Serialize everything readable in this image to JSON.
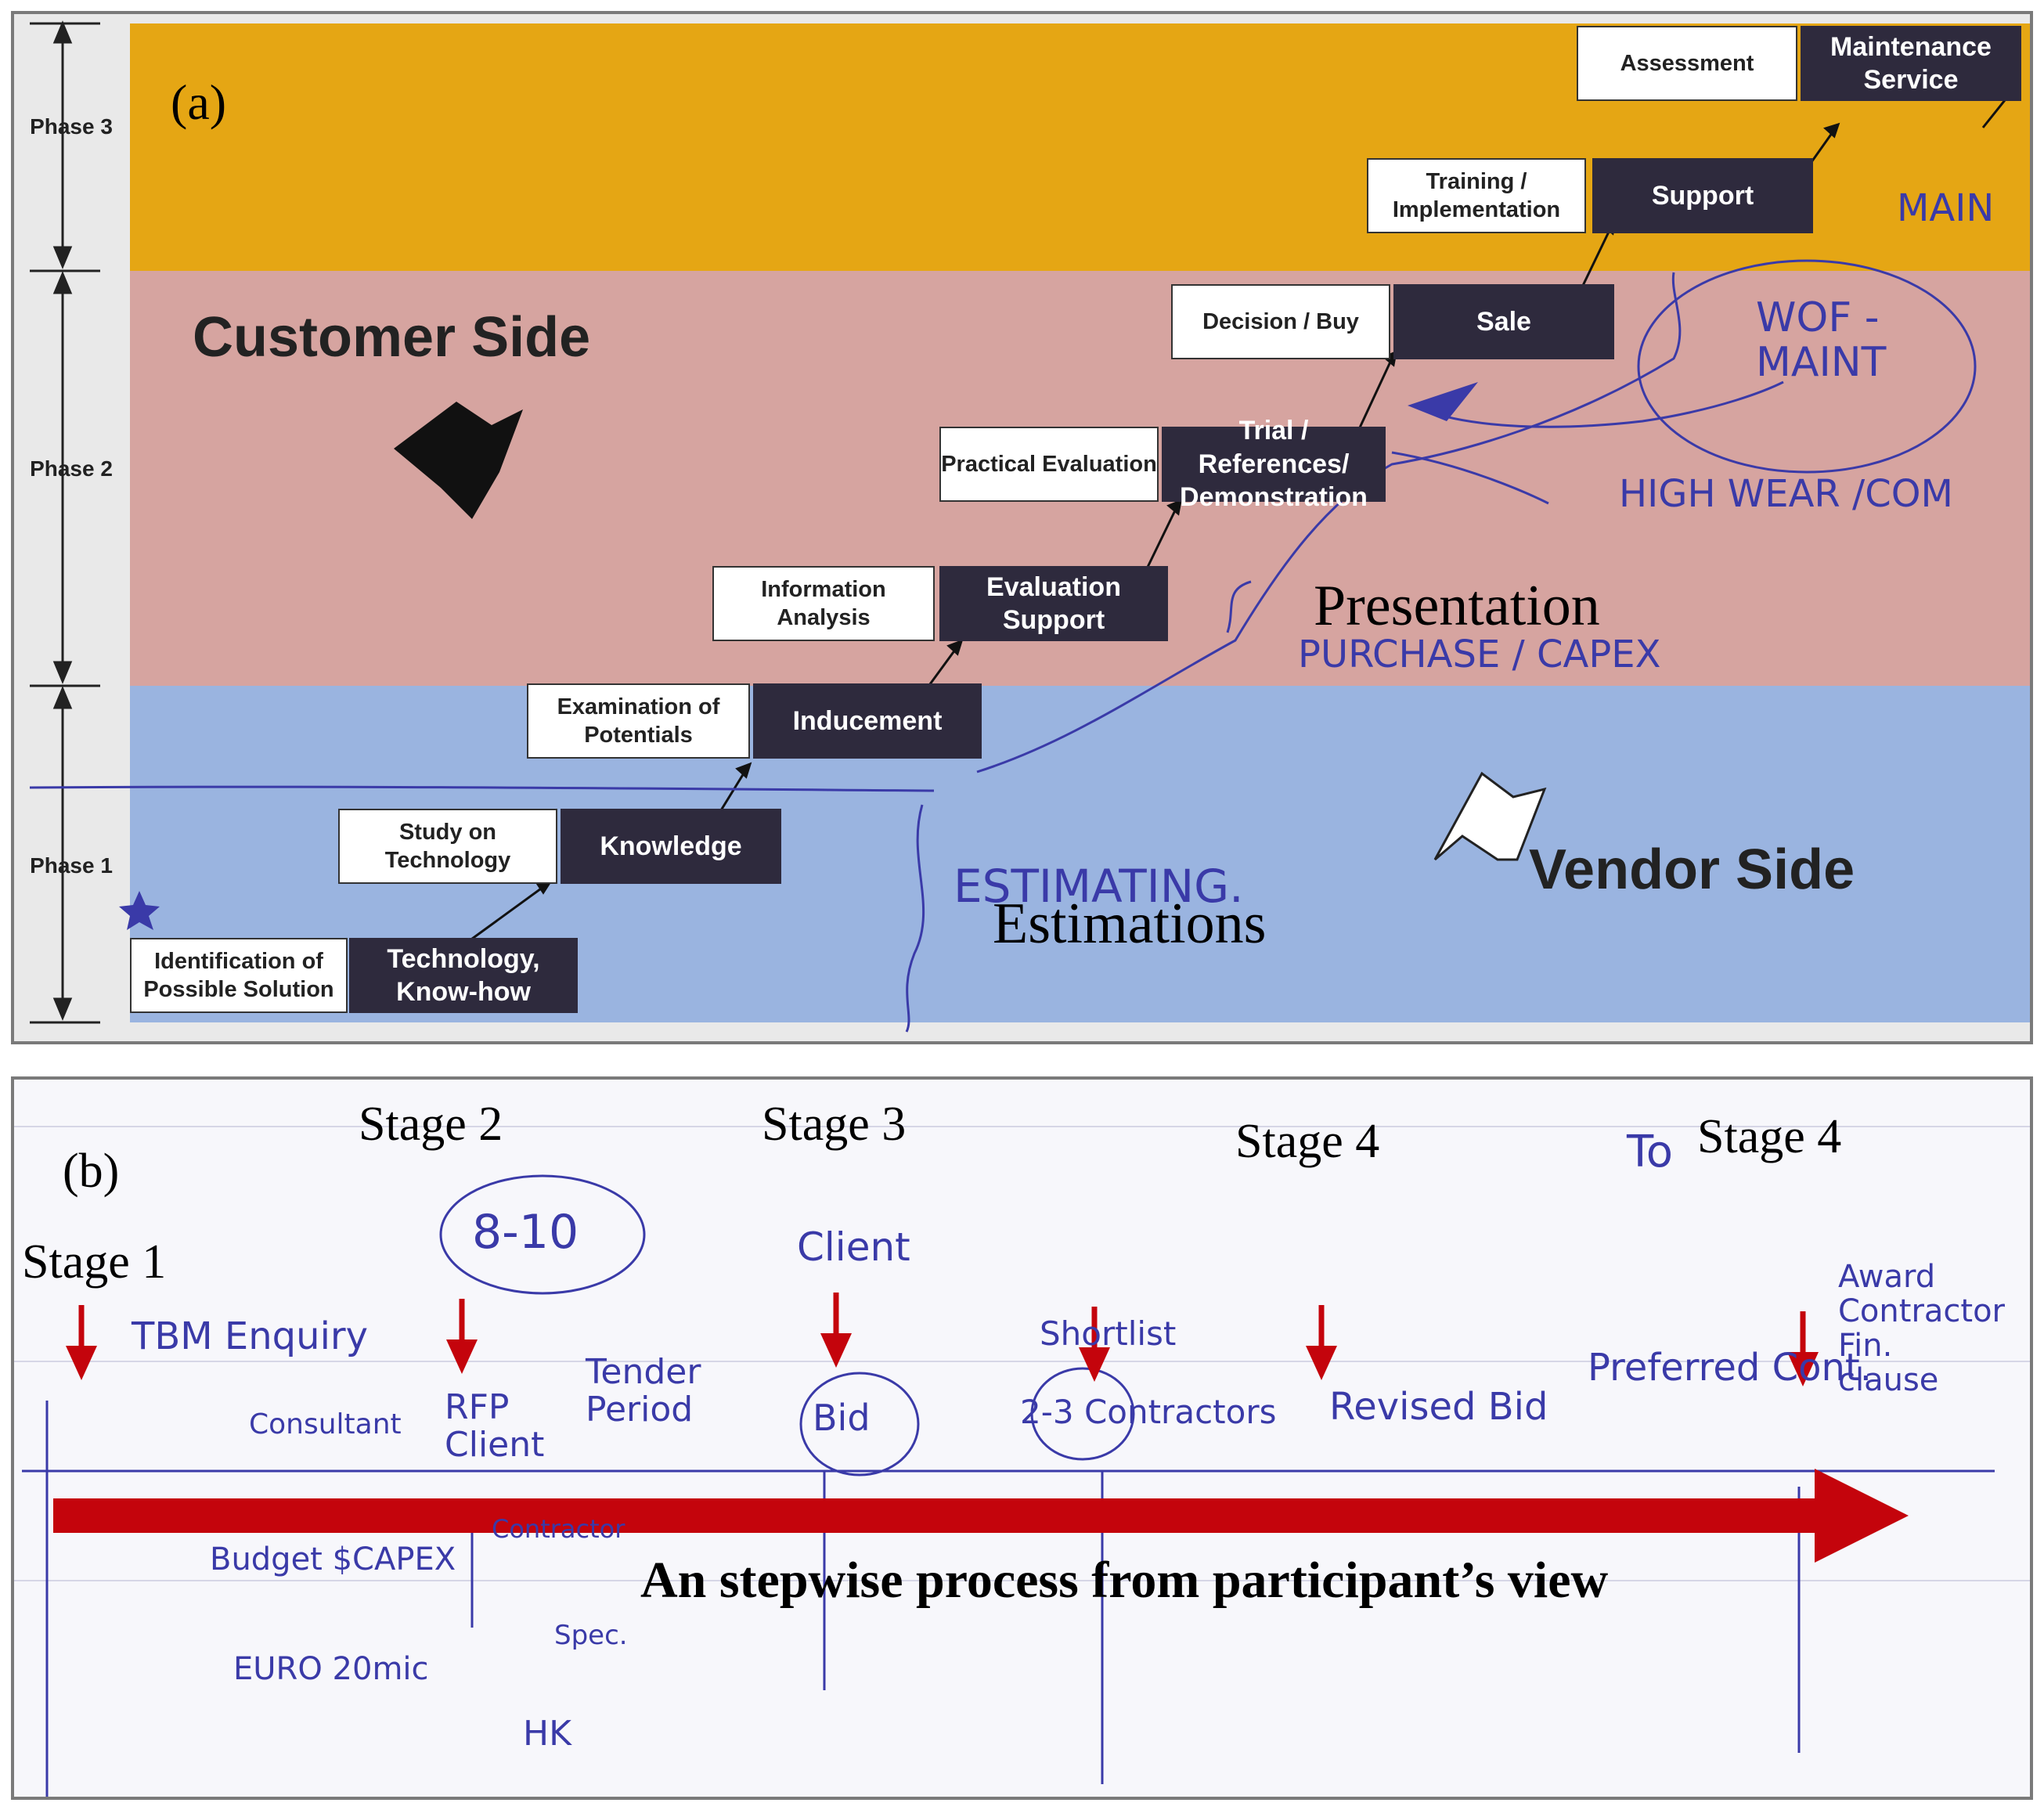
{
  "colors": {
    "phase3": "#e5a614",
    "phase2": "#d6a4a0",
    "phase1": "#9ab4e0",
    "dark_box": "#2e2a3d",
    "ink": "#3a3aa8",
    "arrow_red": "#c4040c"
  },
  "panel_a": {
    "label": "(a)",
    "phases": [
      "Phase 3",
      "Phase 2",
      "Phase 1"
    ],
    "customer_side": "Customer Side",
    "vendor_side": "Vendor Side",
    "steps": [
      {
        "customer": "Identification of Possible Solution",
        "vendor": "Technology, Know-how"
      },
      {
        "customer": "Study on Technology",
        "vendor": "Knowledge"
      },
      {
        "customer": "Examination of Potentials",
        "vendor": "Inducement"
      },
      {
        "customer": "Information Analysis",
        "vendor": "Evaluation Support"
      },
      {
        "customer": "Practical Evaluation",
        "vendor": "Trial / References/ Demonstration"
      },
      {
        "customer": "Decision / Buy",
        "vendor": "Sale"
      },
      {
        "customer": "Training / Implementation",
        "vendor": "Support"
      },
      {
        "customer": "Assessment",
        "vendor": "Maintenance Service"
      }
    ],
    "annotations": {
      "presentation": "Presentation",
      "estimations": "Estimations"
    },
    "handwriting": {
      "wof": "WOF -MAINT",
      "high_wear": "HIGH WEAR /COM",
      "purchase": "PURCHASE / CAPEX",
      "estimating": "ESTIMATING.",
      "main": "MAIN"
    }
  },
  "panel_b": {
    "label": "(b)",
    "stages": [
      "Stage 1",
      "Stage 2",
      "Stage 3",
      "Stage 4",
      "Stage 4"
    ],
    "process_caption": "An stepwise process from participant’s view",
    "handwriting": {
      "tbm": "TBM Enquiry",
      "consultant": "Consultant",
      "budget": "Budget $CAPEX",
      "euro": "EURO 20mic",
      "eight_ten": "8-10",
      "rfp": "RFP Client",
      "tender": "Tender Period",
      "contractor": "Contractor",
      "spec": "Spec.",
      "hk": "HK",
      "client": "Client",
      "bid": "Bid",
      "two_three": "2-3 Contractors",
      "shortlist": "Shortlist",
      "revised": "Revised Bid",
      "preferred": "Preferred Cont.",
      "award": "Award Contractor Fin. clause",
      "to": "To"
    }
  }
}
